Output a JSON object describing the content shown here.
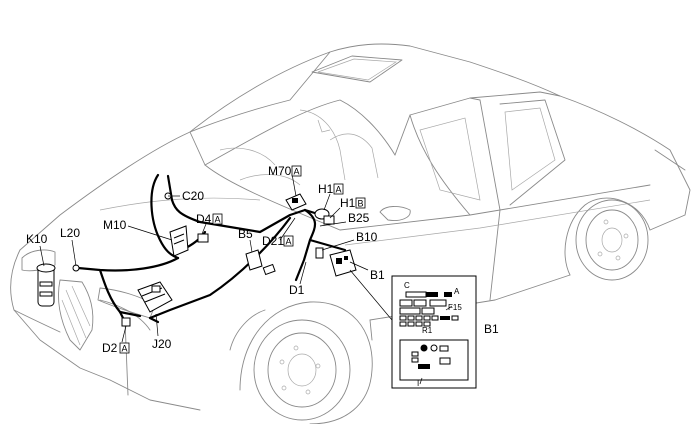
{
  "labels": {
    "k10": "K10",
    "l20": "L20",
    "m10": "M10",
    "c20": "C20",
    "d4": "D4",
    "d4_badge": "A",
    "m70": "M70",
    "m70_badge": "A",
    "h1a": "H1",
    "h1a_badge": "A",
    "h1b": "H1",
    "h1b_badge": "B",
    "b25": "B25",
    "b10": "B10",
    "b5": "B5",
    "d21": "D21",
    "d21_badge": "A",
    "d1": "D1",
    "b1": "B1",
    "b1_detail": "B1",
    "d2": "D2",
    "d2_badge": "A",
    "j20": "J20"
  },
  "detail": {
    "c": "C",
    "a": "A",
    "f15": "F15",
    "r1": "R1",
    "i": "I"
  }
}
